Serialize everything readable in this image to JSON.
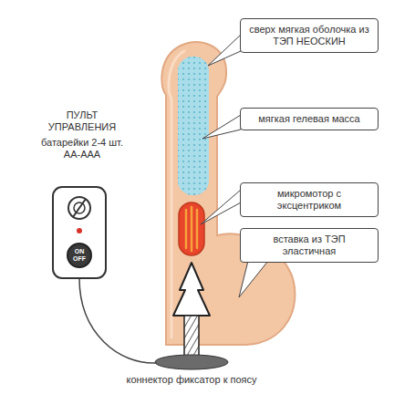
{
  "diagram": {
    "nodes": [
      {
        "text": [
          "сверх мягкая оболочка из ТЭП НЕОСКИН"
        ]
      },
      {
        "text": [
          "мягкая гелевая масса"
        ]
      },
      {
        "text": [
          "микромотор с эксцентриком"
        ]
      },
      {
        "text": [
          "вставка из ТЭП эластичная"
        ]
      },
      {
        "text": [
          "ON OFF"
        ]
      }
    ],
    "labels": [
      "ПУЛЬТ УПРАВЛЕНИЯ",
      "батарейки 2-4 шт. АА-ААА",
      "коннектор фиксатор к поясу"
    ]
  }
}
